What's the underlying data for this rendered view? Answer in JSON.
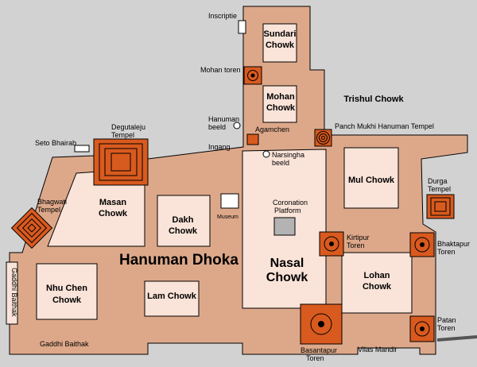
{
  "colors": {
    "background": "#d2d2d2",
    "complex": "#dda88a",
    "courtyard": "#fae3d8",
    "tower": "#d95a1e",
    "outline": "#000000",
    "platform": "#b3b3b3",
    "road": "#555555"
  },
  "title": "Hanuman Dhoka",
  "chowks": {
    "sundari": [
      "Sundari",
      "Chowk"
    ],
    "mohan": [
      "Mohan",
      "Chowk"
    ],
    "trishul": "Trishul Chowk",
    "mul": "Mul Chowk",
    "masan": [
      "Masan",
      "Chowk"
    ],
    "dakh": [
      "Dakh",
      "Chowk"
    ],
    "nasal": [
      "Nasal",
      "Chowk"
    ],
    "lohan": [
      "Lohan",
      "Chowk"
    ],
    "nhu_chen": [
      "Nhu Chen",
      "Chowk"
    ],
    "lam": "Lam Chowk"
  },
  "labels": {
    "inscriptie": "Inscriptie",
    "mohan_toren": "Mohan toren",
    "hanuman_beeld": [
      "Hanuman",
      "beeld"
    ],
    "agamchen": "Agamchen",
    "panch_mukhi": "Panch Mukhi Hanuman Tempel",
    "degutaleju": [
      "Degutaleju",
      "Tempel"
    ],
    "seto_bhairab": "Seto Bhairab",
    "ingang": "Ingang",
    "narsingha": [
      "Narsingha",
      "beeld"
    ],
    "bhagwati": [
      "Bhagwati",
      "Tempel"
    ],
    "museum": "Museum",
    "coronation": [
      "Coronation",
      "Platform"
    ],
    "durga": [
      "Durga",
      "Tempel"
    ],
    "kirtipur": [
      "Kirtipur",
      "Toren"
    ],
    "bhaktapur": [
      "Bhaktapur",
      "Toren"
    ],
    "gaddhi_vertical": "Gaddhi Baithak",
    "gaddhi": "Gaddhi Baithak",
    "patan": [
      "Patan",
      "Toren"
    ],
    "basantapur": [
      "Basantapur",
      "Toren"
    ],
    "vilas_mandir": "Vilas Mandir"
  }
}
